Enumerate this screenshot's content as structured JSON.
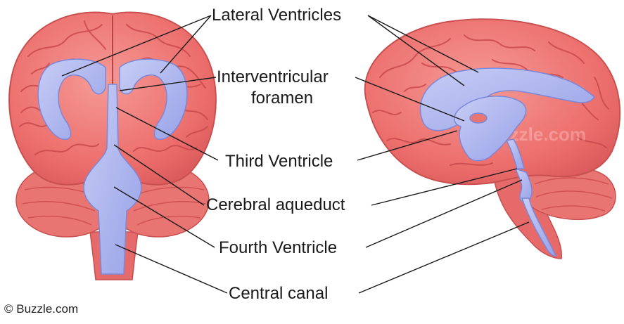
{
  "labels": {
    "lateral_ventricles": "Lateral Ventricles",
    "interventricular_line1": "Interventricular",
    "interventricular_line2": "foramen",
    "third_ventricle": "Third Ventricle",
    "cerebral_aqueduct": "Cerebral aqueduct",
    "fourth_ventricle": "Fourth Ventricle",
    "central_canal": "Central canal"
  },
  "credit": "© Buzzle.com",
  "watermark": "Buzzle.com",
  "colors": {
    "brain": "#ef7b78",
    "brain_dark": "#cf4e50",
    "ventricle": "#aab4ef",
    "ventricle_edge": "#7d87d6"
  }
}
